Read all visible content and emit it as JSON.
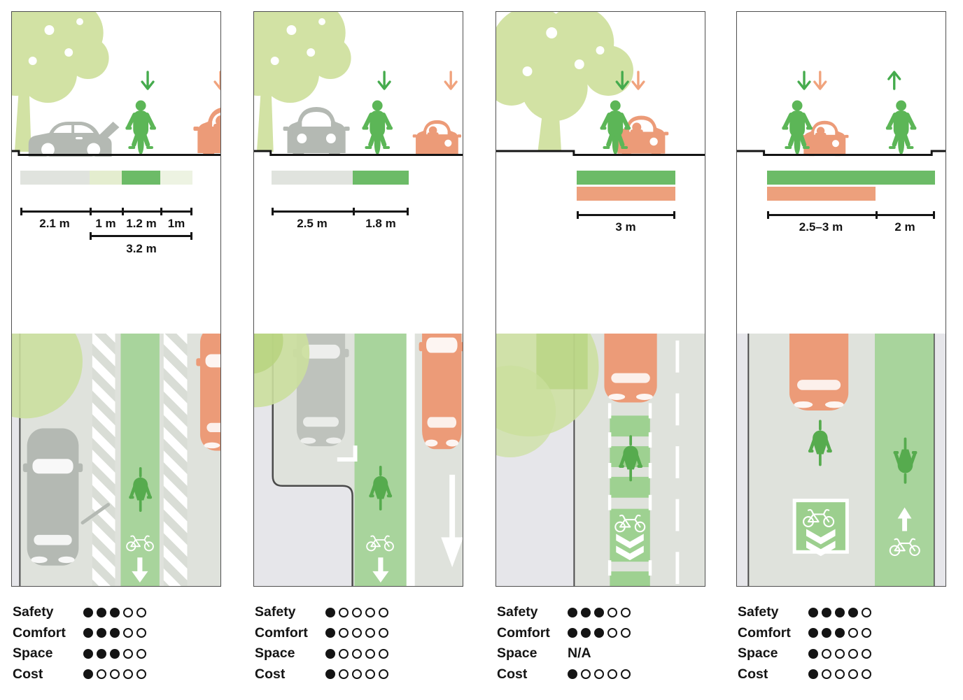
{
  "rating_labels": [
    "Safety",
    "Comfort",
    "Space",
    "Cost"
  ],
  "rating_max": 5,
  "colors": {
    "green_figure": "#5cb657",
    "green_bar": "#6cbb67",
    "green_lane_plan": "#a8d49c",
    "green_marking": "#56ab4e",
    "pale_green_bar": "#e4edcf",
    "palest_green_bar": "#edf3e2",
    "tree_green": "#d2e2a4",
    "orange": "#ec9b78",
    "gray_car": "#b4b9b3",
    "road_gray": "#dfe2dc",
    "sidewalk_gray": "#e6e6ea",
    "bar_gray": "#e0e3de",
    "ink": "#141414"
  },
  "panels": [
    {
      "dims_row1": [
        "2.1 m",
        "1 m",
        "1.2 m",
        "1m"
      ],
      "dims_row2": "3.2 m",
      "ratings": [
        3,
        3,
        3,
        1
      ]
    },
    {
      "dims_row1": [
        "2.5 m",
        "1.8 m"
      ],
      "ratings": [
        1,
        1,
        1,
        1
      ]
    },
    {
      "dims_row1": [
        "3 m"
      ],
      "ratings": [
        3,
        3,
        "N/A",
        1
      ]
    },
    {
      "dims_row1": [
        "2.5–3 m",
        "2 m"
      ],
      "ratings": [
        4,
        3,
        1,
        1
      ]
    }
  ]
}
